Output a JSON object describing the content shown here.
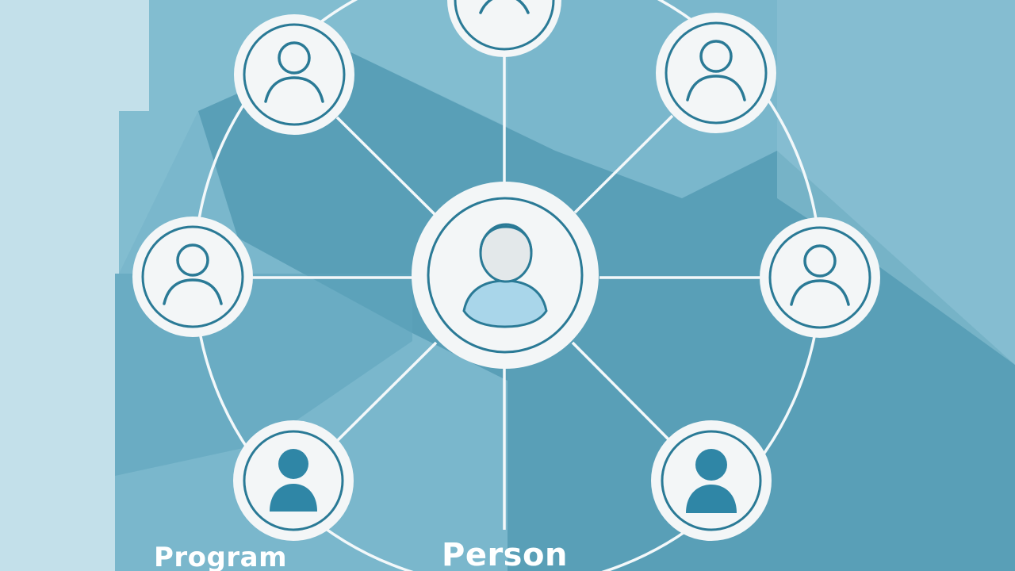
{
  "diagram": {
    "labels": {
      "left": "Program",
      "center": "Person"
    },
    "central_node": {
      "icon": "person-icon"
    },
    "outer_nodes": [
      {
        "id": "top",
        "icon": "person-outline-icon"
      },
      {
        "id": "top-left",
        "icon": "person-outline-icon"
      },
      {
        "id": "top-right",
        "icon": "person-outline-icon"
      },
      {
        "id": "left",
        "icon": "person-outline-icon"
      },
      {
        "id": "right",
        "icon": "person-outline-icon"
      },
      {
        "id": "bottom-left",
        "icon": "person-filled-icon"
      },
      {
        "id": "bottom-right",
        "icon": "person-filled-icon"
      }
    ],
    "colors": {
      "background": "#b9dae6",
      "panel": "#6fb0c6",
      "panel_dark": "#4a93ad",
      "node_fill": "#f3f6f7",
      "icon_stroke": "#2a7a96",
      "icon_filled": "#2f86a6",
      "icon_body_light": "#a9d6ea",
      "lines": "#f3f8fa"
    }
  }
}
